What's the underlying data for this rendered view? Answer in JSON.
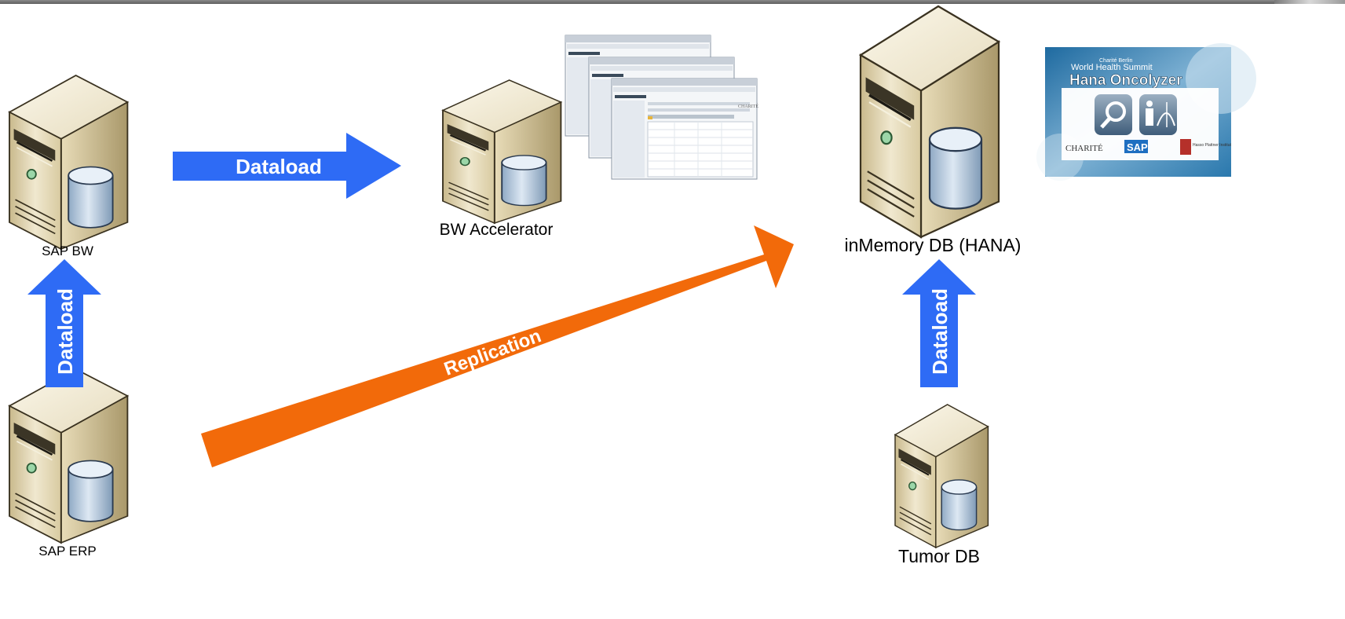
{
  "nodes": {
    "sap_bw": {
      "label": "SAP BW"
    },
    "sap_erp": {
      "label": "SAP ERP"
    },
    "bw_accelerator": {
      "label": "BW Accelerator"
    },
    "hana": {
      "label": "inMemory DB (HANA)"
    },
    "tumor_db": {
      "label": "Tumor DB"
    }
  },
  "arrows": {
    "erp_to_bw": {
      "label": "Dataload",
      "color": "#2e6bf5"
    },
    "bw_to_accelerator": {
      "label": "Dataload",
      "color": "#2e6bf5"
    },
    "tumor_to_hana": {
      "label": "Dataload",
      "color": "#2e6bf5"
    },
    "replication": {
      "label": "Replication",
      "color": "#f26a0a"
    }
  },
  "oncolyzer_card": {
    "subtitle": "Charité Berlin",
    "event": "World Health Summit",
    "title": "Hana Oncolyzer",
    "logos": [
      "CHARITÉ",
      "SAP",
      "Hasso Plattner Institut"
    ]
  },
  "screenshots": {
    "brand": "CHARITÉ"
  }
}
